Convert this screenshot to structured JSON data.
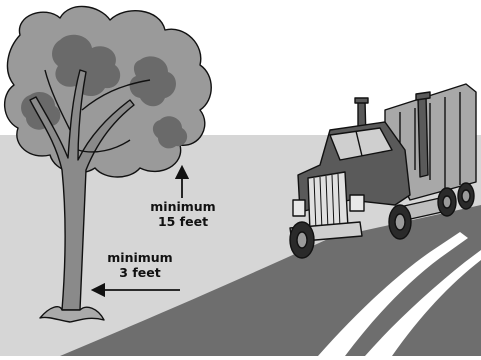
{
  "labels": {
    "vertical_line1": "minimum",
    "vertical_line2": "15 feet",
    "horizontal_line1": "minimum",
    "horizontal_line2": "3 feet"
  },
  "colors": {
    "ground": "#d6d6d6",
    "road": "#6e6e6e",
    "stripe": "#ffffff",
    "foliage_light": "#9a9a9a",
    "foliage_dark": "#6a6a6a",
    "truck_cab": "#5a5a5a",
    "trailer": "#a8a8a8",
    "outline": "#111111"
  },
  "icons": [
    "tree-icon",
    "truck-icon",
    "vertical-arrow-icon",
    "horizontal-arrow-icon"
  ]
}
